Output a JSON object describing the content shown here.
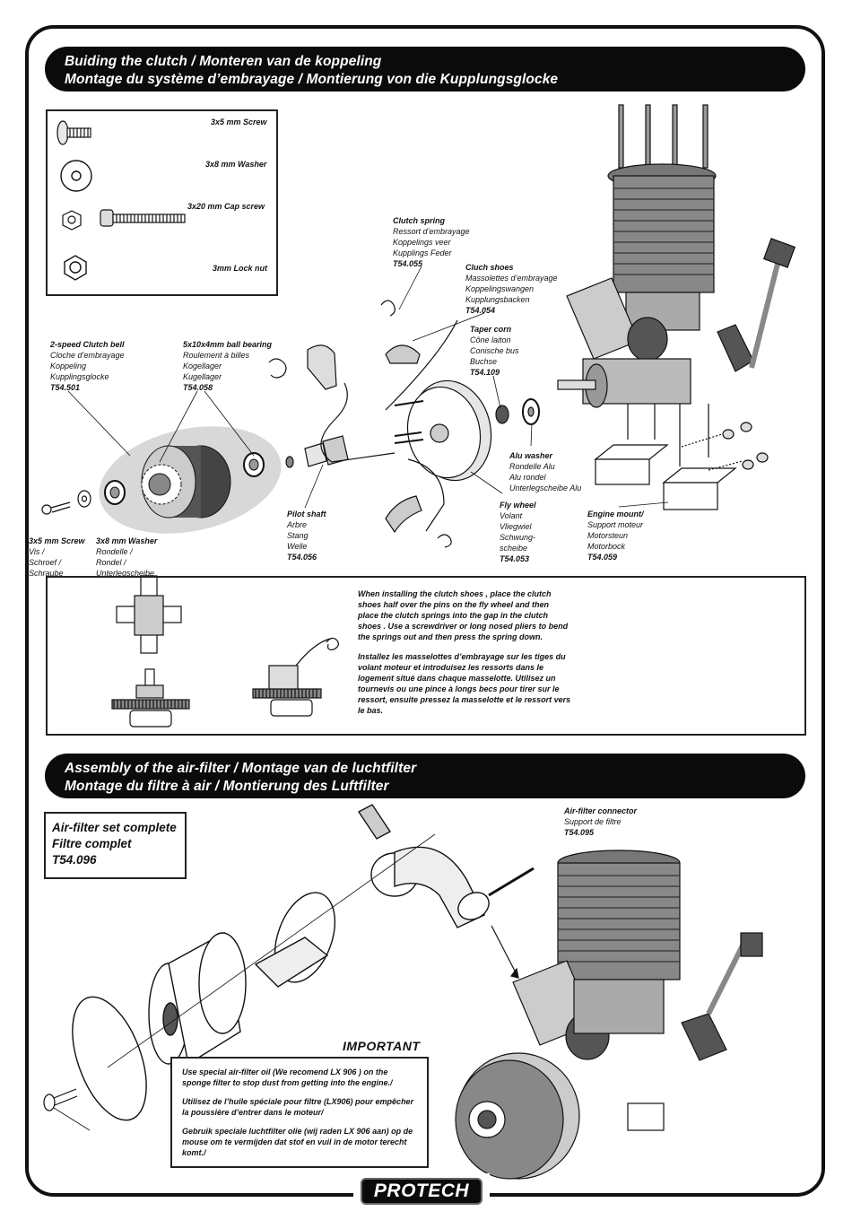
{
  "section1": {
    "title_line1": "Buiding the clutch / Monteren van de koppeling",
    "title_line2": "Montage du système d’embrayage / Montierung von die Kupplungsglocke"
  },
  "hardware": {
    "screw": "3x5 mm Screw",
    "washer": "3x8 mm Washer",
    "cap_screw": "3x20 mm Cap screw",
    "lock_nut": "3mm Lock nut"
  },
  "parts": {
    "clutch_spring": {
      "name": "Clutch spring",
      "fr": "Ressort d’embrayage",
      "nl": "Koppelings veer",
      "de": "Kupplings Feder",
      "code": "T54.055"
    },
    "clutch_shoes": {
      "name": "Cluch shoes",
      "fr": "Massolettes d’embrayage",
      "nl": "Koppelingswangen",
      "de": "Kupplungsbacken",
      "code": "T54.054"
    },
    "taper_corn": {
      "name": "Taper corn",
      "fr": "Cône laiton",
      "nl": "Conische bus",
      "de": "Buchse",
      "code": "T54.109"
    },
    "clutch_bell": {
      "name": "2-speed Clutch bell",
      "fr": "Cloche d’embrayage",
      "nl": "Koppeling",
      "de": "Kupplingsglocke",
      "code": "T54.501"
    },
    "ball_bearing": {
      "name": "5x10x4mm ball bearing",
      "fr": "Roulement à billes",
      "nl": "Kogellager",
      "de": "Kugellager",
      "code": "T54.058"
    },
    "alu_washer": {
      "name": "Alu washer",
      "fr": "Rondelle Alu",
      "nl": "Alu rondel",
      "de": "Unterlegscheibe Alu"
    },
    "pilot_shaft": {
      "name": "Pilot shaft",
      "fr": "Arbre",
      "nl": "Stang",
      "de": "Welle",
      "code": "T54.056"
    },
    "fly_wheel": {
      "name": "Fly wheel",
      "fr": "Volant",
      "nl": "Vliegwiel",
      "de1": "Schwung-",
      "de2": "scheibe",
      "code": "T54.053"
    },
    "engine_mount": {
      "name": "Engine mount/",
      "fr": "Support moteur",
      "nl": "Motorsteun",
      "de": "Motorbock",
      "code": "T54.059"
    },
    "screw_small": {
      "name": "3x5 mm Screw",
      "fr": "Vis /",
      "nl": "Schroef /",
      "de": "Schraube"
    },
    "washer_small": {
      "name": "3x8 mm Washer",
      "fr": "Rondelle /",
      "nl": "Rondel /",
      "de": "Unterlegscheibe"
    }
  },
  "instructions": {
    "en": "When installing the clutch shoes , place the clutch shoes half over the pins on the fly wheel and then place the clutch springs  into the gap in the clutch shoes . Use a screwdriver or long nosed pliers to bend the springs out and then press the spring down.",
    "fr": "Installez les masselottes d’embrayage sur les tiges du volant moteur et introduisez les ressorts dans le logement situé dans chaque masselotte. Utilisez un tournevis ou une pince à longs becs pour tirer sur le ressort, ensuite pressez la masselotte et le ressort vers le bas."
  },
  "section2": {
    "title_line1": "Assembly of the air-filter / Montage van de luchtfilter",
    "title_line2": "Montage du filtre à air / Montierung des Luftfilter"
  },
  "air_filter_set": {
    "line1": "Air-filter set complete",
    "line2": "Filtre complet",
    "line3": "T54.096"
  },
  "air_filter_connector": {
    "name": "Air-filter connector",
    "fr": "Support de filtre",
    "code": "T54.095"
  },
  "important": {
    "title": "IMPORTANT",
    "en": "Use special air-filter oil (We recomend LX 906 ) on the sponge filter to stop dust from getting into the engine./",
    "fr": "Utilisez de l’huile spéciale pour filtre (LX906) pour empêcher la poussière d’entrer dans le moteur/",
    "nl": "Gebruik speciale luchtfilter olie (wij raden LX 906 aan) op de mouse om te vermijden dat stof en vuil in de motor terecht komt./"
  },
  "brand": {
    "logo_text": "PROTECH"
  }
}
